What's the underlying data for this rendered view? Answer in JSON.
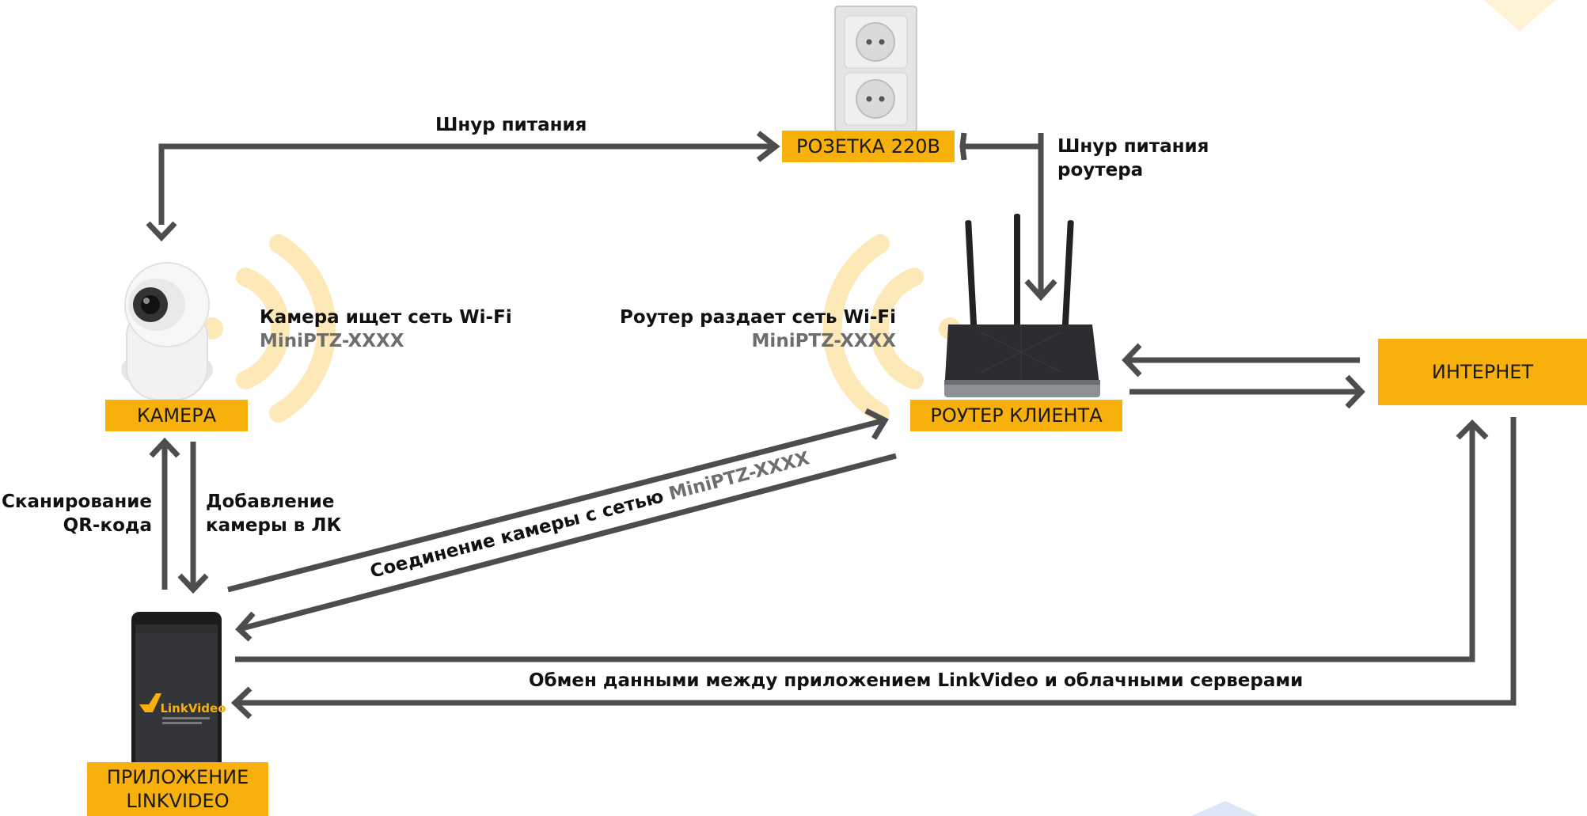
{
  "labels": {
    "power_cord": "Шнур питания",
    "router_power_line1": "Шнур питания",
    "router_power_line2": "роутера",
    "camera_search": "Камера ищет сеть Wi-Fi",
    "camera_ssid": "MiniPTZ-XXXX",
    "router_share": "Роутер раздает сеть Wi-Fi",
    "router_ssid": "MiniPTZ-XXXX",
    "scan_line1": "Сканирование",
    "scan_line2": "QR-кода",
    "add_line1": "Добавление",
    "add_line2": "камеры в ЛК",
    "connection_text": "Соединение камеры с сетью ",
    "connection_ssid": "MiniPTZ-XXXX",
    "exchange": "Обмен данными между приложением LinkVideo и облачными серверами"
  },
  "boxes": {
    "socket": "РОЗЕТКА 220В",
    "camera": "КАМЕРА",
    "router": "РОУТЕР КЛИЕНТА",
    "internet": "ИНТЕРНЕТ",
    "app_line1": "ПРИЛОЖЕНИЕ",
    "app_line2": "LINKVIDEO"
  },
  "phone": {
    "brand": "LinkVideo"
  },
  "colors": {
    "accent": "#f8b00c",
    "arrow": "#4d4d4d",
    "wifi": "#fde9b8"
  }
}
